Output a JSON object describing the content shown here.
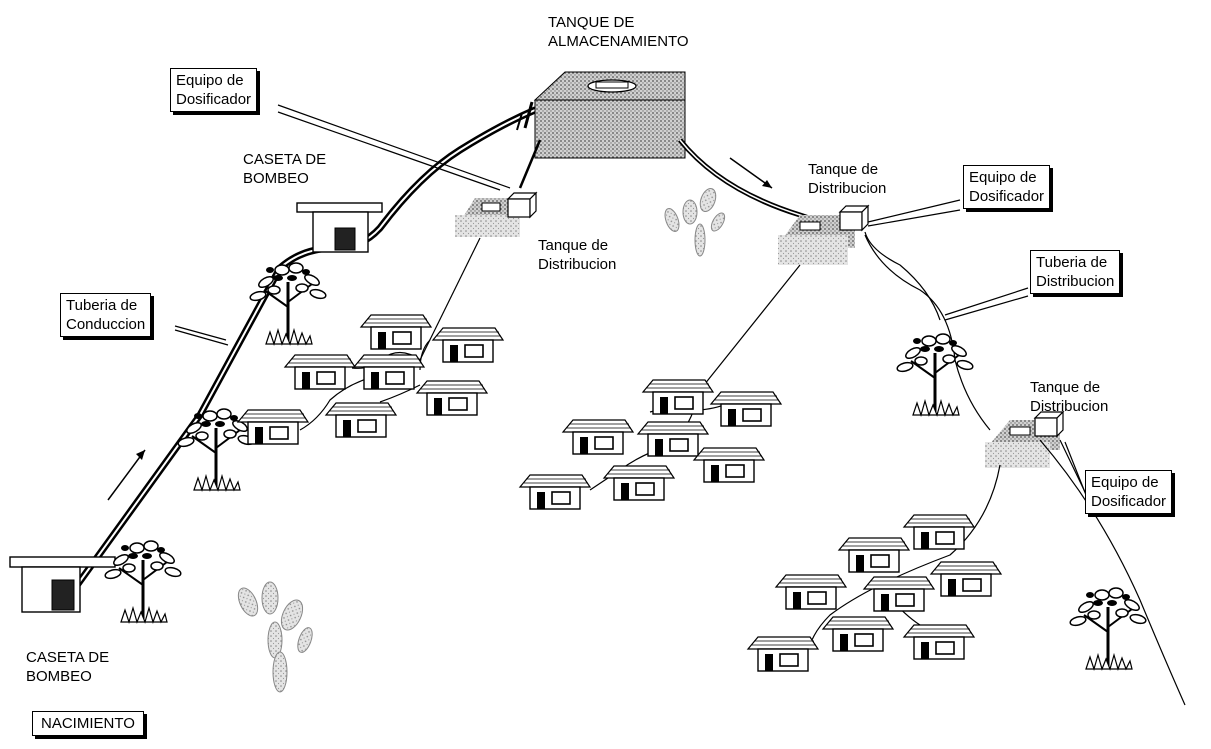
{
  "labels": {
    "tanque_almacenamiento": [
      "TANQUE DE",
      "ALMACENAMIENTO"
    ],
    "caseta_bombeo_top": [
      "CASETA DE",
      "BOMBEO"
    ],
    "caseta_bombeo_bottom": [
      "CASETA DE",
      "BOMBEO"
    ],
    "tanque_distribucion_left": [
      "Tanque de",
      "Distribucion"
    ],
    "tanque_distribucion_mid": [
      "Tanque de",
      "Distribucion"
    ],
    "tanque_distribucion_right": [
      "Tanque de",
      "Distribucion"
    ]
  },
  "callouts": {
    "dosificador_top": [
      "Equipo de",
      "Dosificador"
    ],
    "dosificador_mid": [
      "Equipo de",
      "Dosificador"
    ],
    "dosificador_right": [
      "Equipo de",
      "Dosificador"
    ],
    "tuberia_conduccion": [
      "Tuberia de",
      "Conduccion"
    ],
    "tuberia_distribucion": [
      "Tuberia de",
      "Distribucion"
    ],
    "nacimiento": [
      "NACIMIENTO"
    ]
  },
  "colors": {
    "ink": "#000000",
    "shade": "#9a9a9a",
    "light_shade": "#c8c8c8"
  }
}
